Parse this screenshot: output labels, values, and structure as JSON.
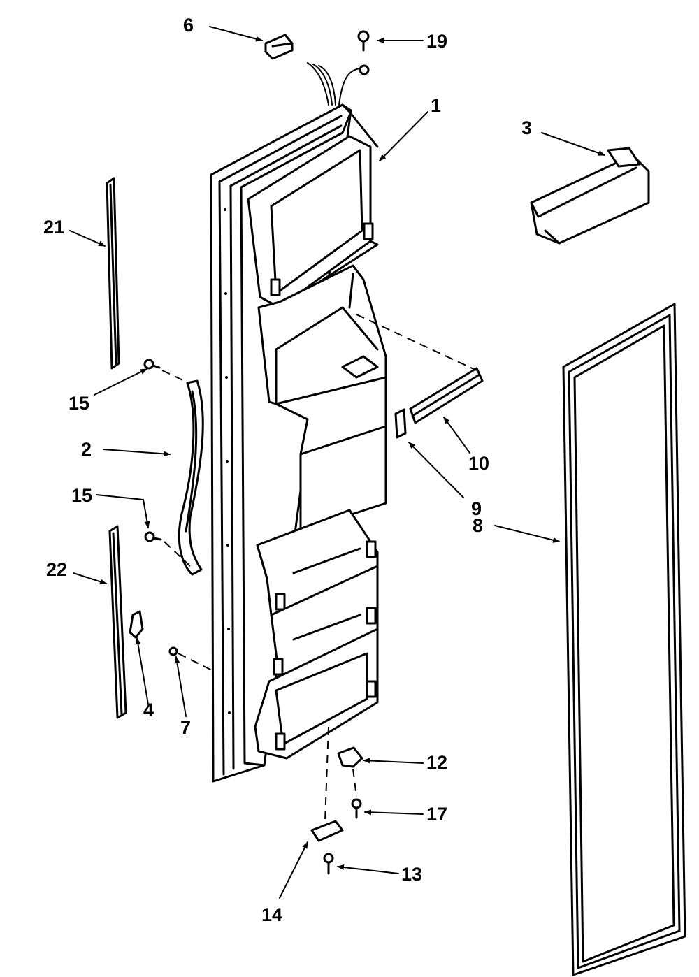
{
  "callouts": {
    "c1": "1",
    "c2": "2",
    "c3": "3",
    "c4": "4",
    "c6": "6",
    "c7": "7",
    "c8": "8",
    "c9": "9",
    "c10": "10",
    "c12": "12",
    "c13": "13",
    "c14": "14",
    "c15a": "15",
    "c15b": "15",
    "c17": "17",
    "c19": "19",
    "c21": "21",
    "c22": "22"
  },
  "colors": {
    "ink": "#000000",
    "paper": "#ffffff"
  }
}
